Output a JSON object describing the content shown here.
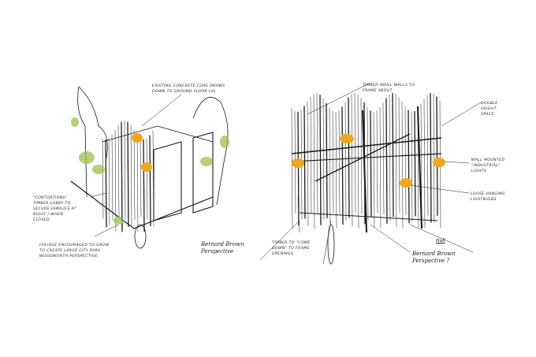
{
  "sketches": [
    {
      "annotations": [
        "Existing concrete core draws down to ground floor lvl",
        "\"Contortions\" timber lobby to secure families at night / when closed",
        "Foliage encouraged to grow to create large city park woodworth perspective."
      ],
      "signature": "Bernard Brown Perspective"
    },
    {
      "title": "Hall",
      "annotations": [
        "Timber infill walls to frame about",
        "Double height space.",
        "Wall mounted \"industrial\" lights",
        "Loose hanging lightbulbs",
        "Timber to \"come down\" to frame openings."
      ],
      "signature": "Bernard Brown Perspective ?"
    }
  ],
  "colors": {
    "ink": "#1a1a1a",
    "foliage": "#9bc24a",
    "light": "#f0a818",
    "paper": "#ffffff"
  }
}
